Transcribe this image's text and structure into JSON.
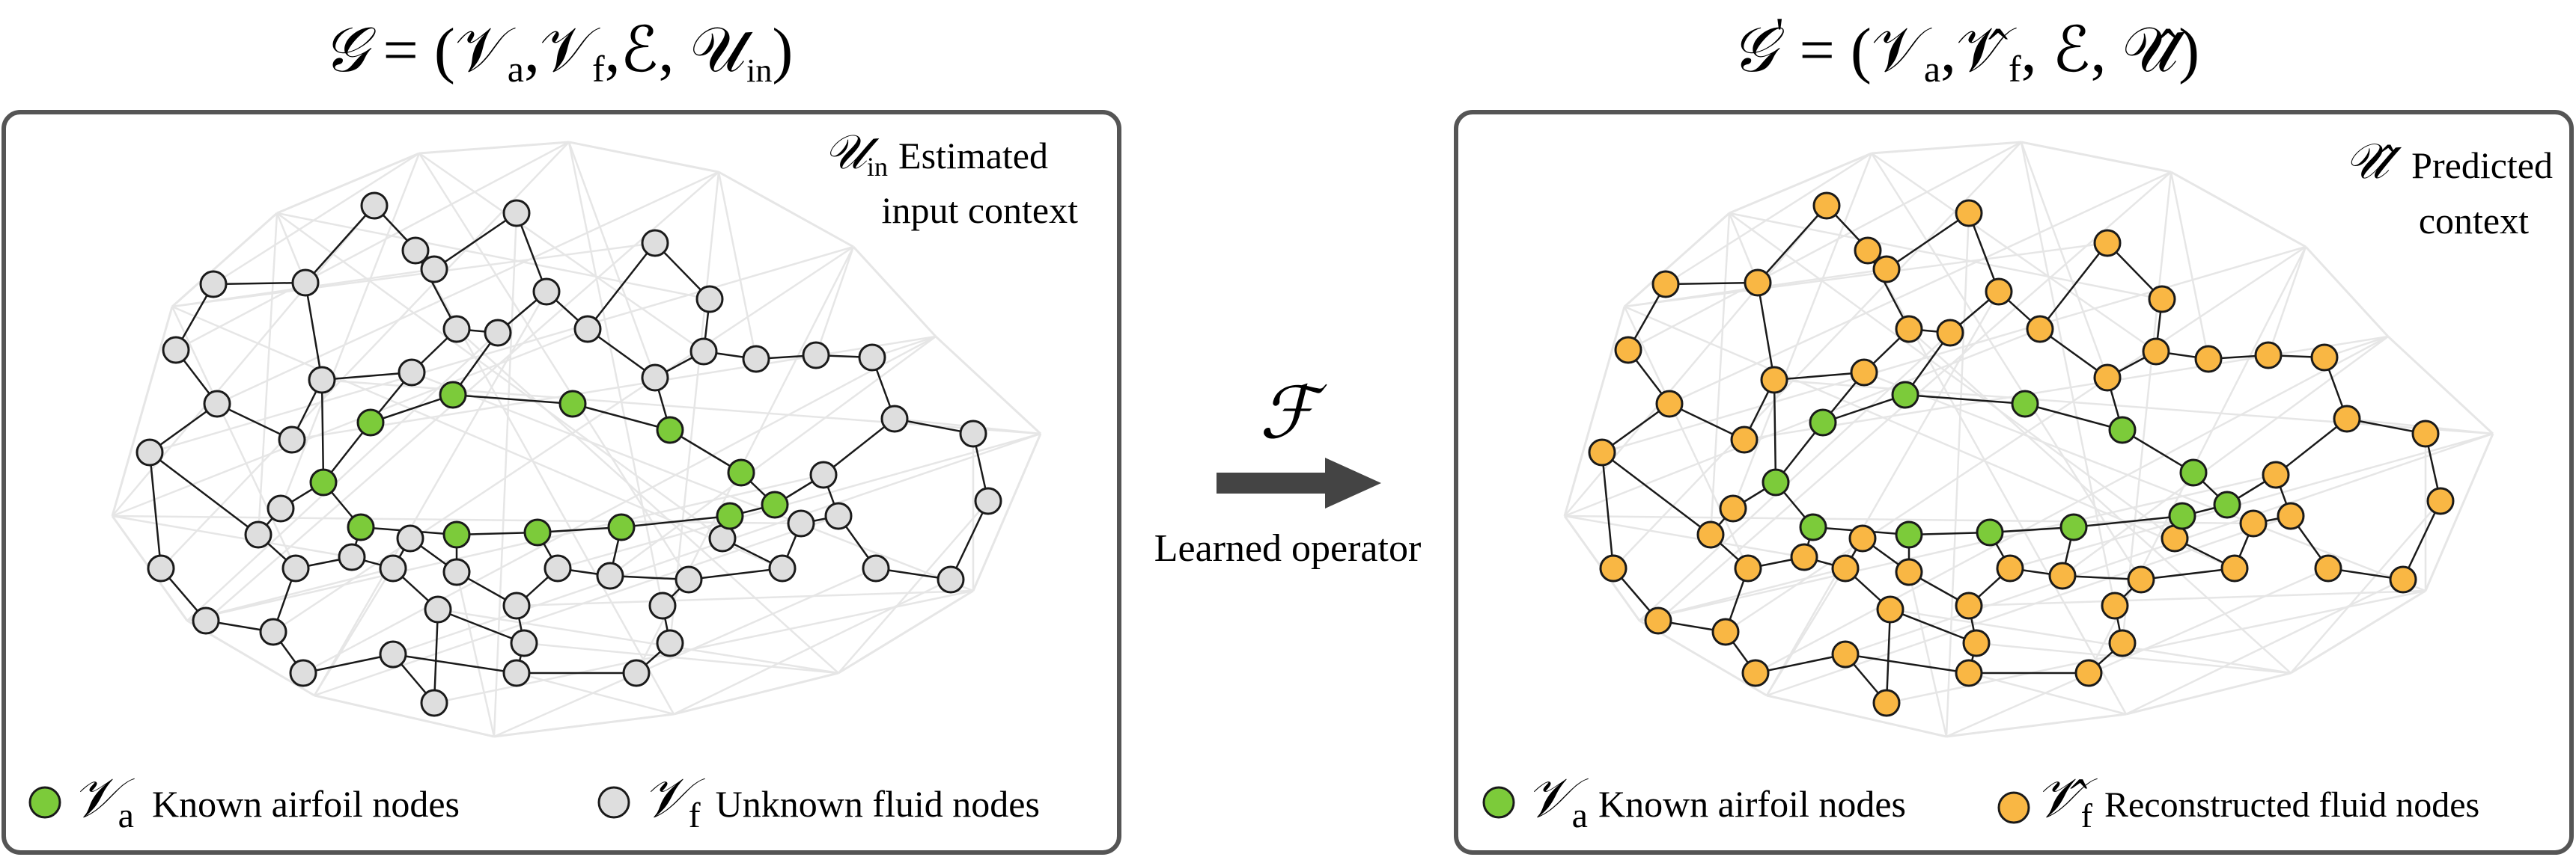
{
  "left_panel": {
    "title_lhs": "𝒢",
    "title_rest": " = (𝒱",
    "title_sub_a": "a",
    "title_mid": ",𝒱",
    "title_sub_f": "f",
    "title_mid2": ",ℰ, 𝒰",
    "title_sub_in": "in",
    "title_close": ")",
    "context_symbol": "𝒰",
    "context_symbol_sub": "in",
    "context_line1": "Estimated",
    "context_line2": "input context",
    "legend_airfoil_symbol": "𝒱",
    "legend_airfoil_sub": "a",
    "legend_airfoil_label": "Known airfoil nodes",
    "legend_fluid_symbol": "𝒱",
    "legend_fluid_sub": "f",
    "legend_fluid_label": "Unknown fluid nodes"
  },
  "middle": {
    "operator_symbol": "ℱ",
    "operator_label": "Learned operator"
  },
  "right_panel": {
    "title_lhs": "𝒢",
    "title_prime": "'",
    "title_rest": " = (𝒱",
    "title_sub_a": "a",
    "title_mid": ",𝒱̂",
    "title_sub_f": "f",
    "title_mid2": ", ℰ, 𝒰̂",
    "title_close": ")",
    "context_symbol": "𝒰̂",
    "context_line1": "Predicted",
    "context_line2": "context",
    "legend_airfoil_symbol": "𝒱",
    "legend_airfoil_sub": "a",
    "legend_airfoil_label": "Known airfoil nodes",
    "legend_fluid_symbol": "𝒱̂",
    "legend_fluid_sub": "f",
    "legend_fluid_label": "Reconstructed fluid nodes"
  },
  "colors": {
    "airfoil_node": "#7ccb3a",
    "fluid_node_unknown": "#dedede",
    "fluid_node_reconstructed": "#f9b744",
    "mesh_line": "#e6e6e6",
    "edge_line": "#1a1a1a",
    "panel_border": "#555555",
    "arrow": "#444444"
  }
}
